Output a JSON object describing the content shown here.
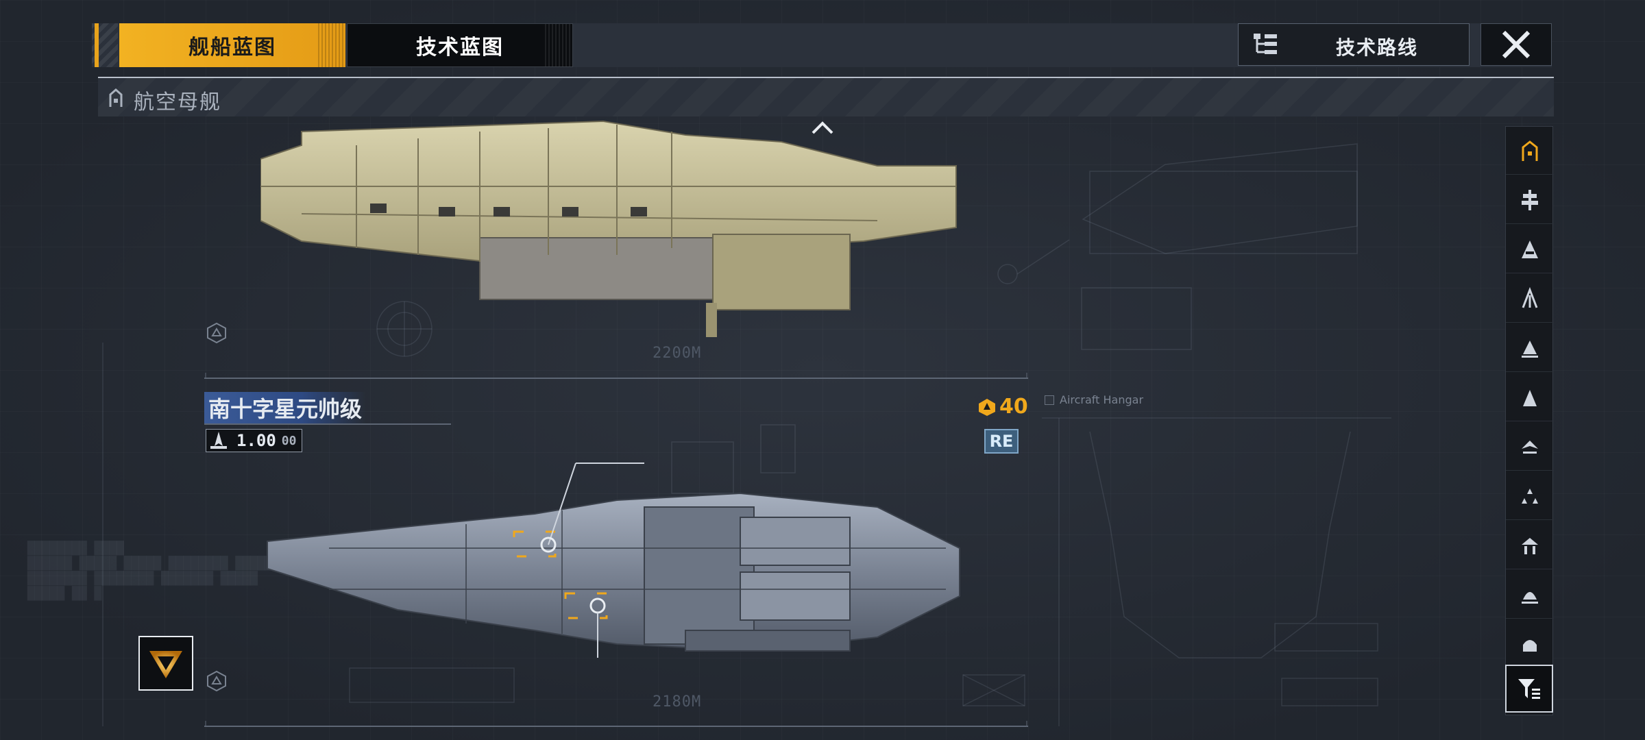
{
  "tabs": [
    {
      "label": "舰船蓝图",
      "active": true
    },
    {
      "label": "技术蓝图",
      "active": false
    }
  ],
  "route_button": {
    "label": "技术路线",
    "icon": "tree-list-icon"
  },
  "close_button": {
    "icon": "close-icon"
  },
  "category": {
    "label": "航空母舰",
    "icon": "carrier-class-icon"
  },
  "ship_top": {
    "length_label": "2200M"
  },
  "ship_main": {
    "name": "南十字星元帅级",
    "stat_value": "1.00",
    "stat_suffix": "00",
    "cost_value": "40",
    "badge": "RE",
    "hangar_label": "Aircraft Hangar",
    "length_label": "2180M"
  },
  "side_menu": [
    {
      "icon": "carrier-icon",
      "active": true
    },
    {
      "icon": "battlecruiser-icon",
      "active": false
    },
    {
      "icon": "cruiser-icon",
      "active": false
    },
    {
      "icon": "destroyer-icon",
      "active": false
    },
    {
      "icon": "frigate-icon",
      "active": false
    },
    {
      "icon": "corvette-icon",
      "active": false
    },
    {
      "icon": "fighter-icon",
      "active": false
    },
    {
      "icon": "squadron-icon",
      "active": false
    },
    {
      "icon": "auxiliary-icon",
      "active": false
    },
    {
      "icon": "support-icon",
      "active": false
    },
    {
      "icon": "shield-dome-icon",
      "active": false
    }
  ],
  "colors": {
    "accent": "#f0a81c",
    "badge": "#3d5f7d",
    "name_highlight": "#3b5b98"
  }
}
